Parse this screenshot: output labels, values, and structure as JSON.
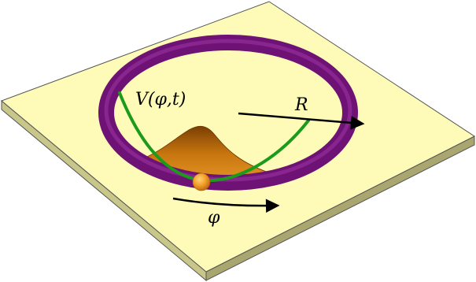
{
  "labels": {
    "potential": "V(φ,t)",
    "radius": "R",
    "angle": "φ"
  },
  "colors": {
    "plate_top": "#fdfbb7",
    "plate_side_front": "#c9c68a",
    "plate_side_right": "#a9a670",
    "ring": "#7a1580",
    "ring_highlight": "#a23aaa",
    "curve": "#1c9a1c",
    "hill": "#c8760e",
    "hill_dark": "#8a4a06",
    "bead": "#f3a02a",
    "arrow": "#000000"
  },
  "elements": {
    "plate": "square-plate",
    "ring": "circular-ring",
    "potential_curve": "parabola",
    "potential_hill": "gaussian-bump",
    "bead": "sphere",
    "radius_arrow": "arrow",
    "angle_arrow": "curved-arrow"
  }
}
